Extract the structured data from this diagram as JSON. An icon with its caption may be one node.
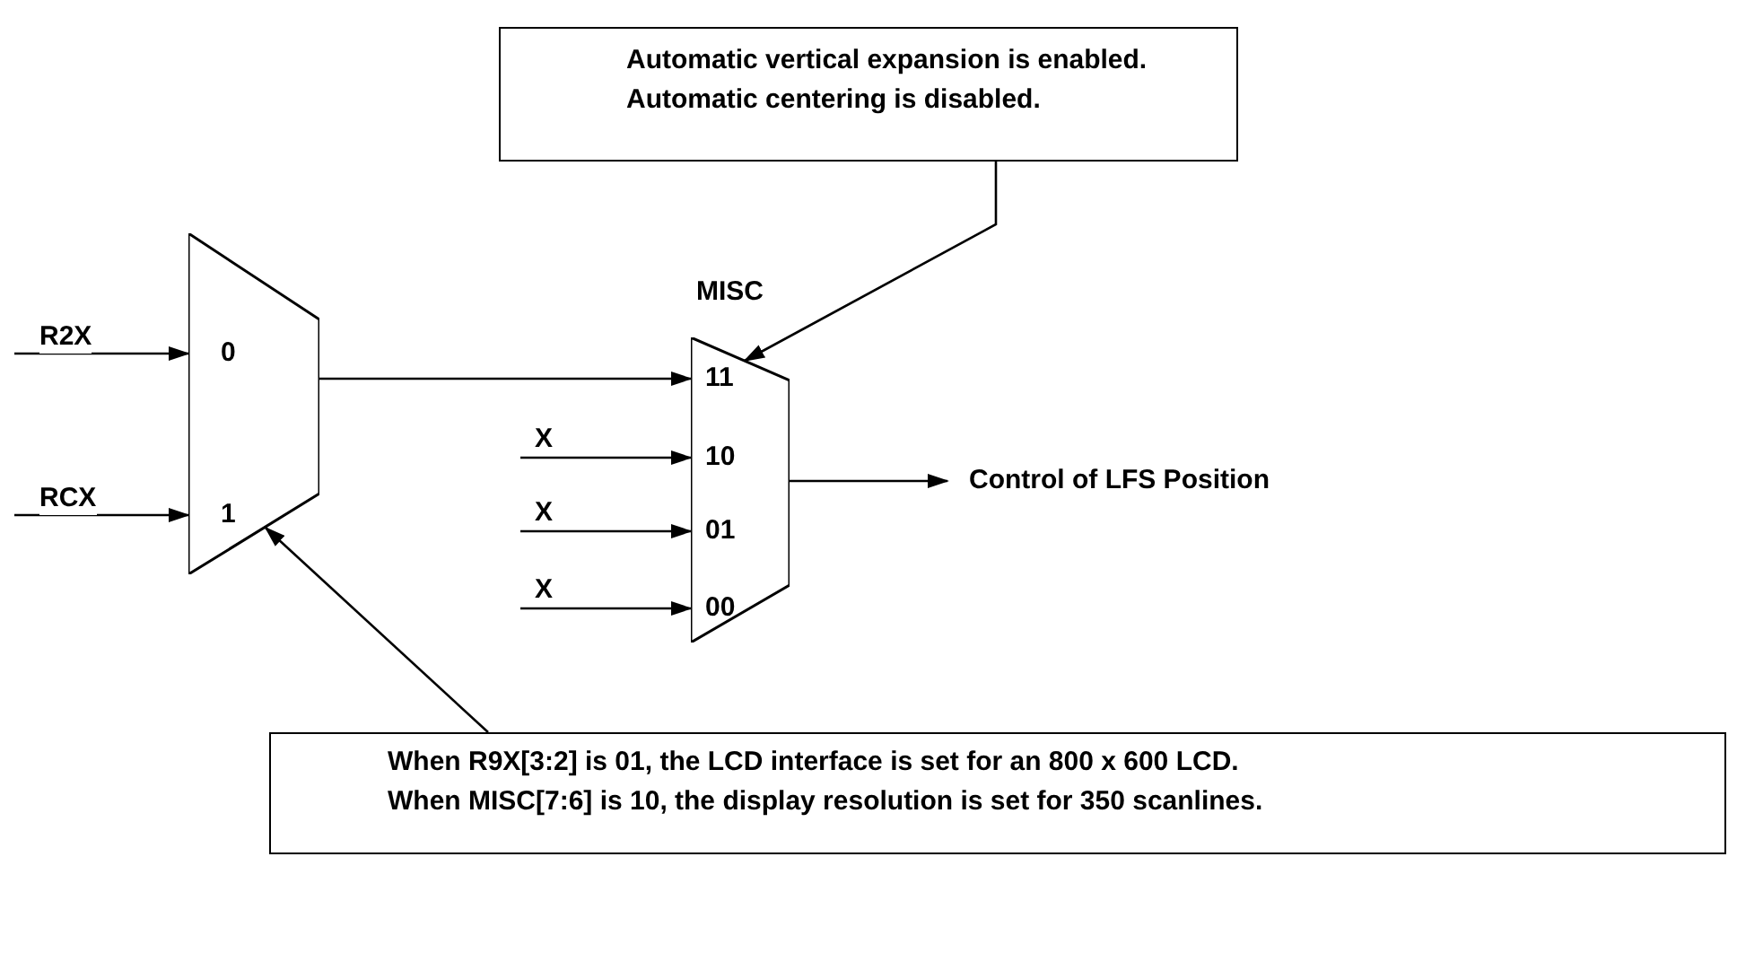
{
  "diagram": {
    "nodes": [
      {
        "text": [
          "Automatic vertical expansion is enabled.",
          "Automatic centering is disabled."
        ]
      },
      {
        "text": [
          "0",
          "1"
        ]
      },
      {
        "text": [
          "MISC",
          "11",
          "10",
          "01",
          "00"
        ]
      },
      {
        "text": [
          "When R9X[3:2] is 01, the LCD interface is set for an 800 x 600 LCD.",
          "When MISC[7:6] is 10, the display resolution is set for 350 scanlines."
        ]
      },
      {
        "text": [
          "Control of LFS Position"
        ]
      }
    ],
    "edges": [
      {
        "from": null,
        "to": 1,
        "arrow": "to",
        "label": "R2X"
      },
      {
        "from": null,
        "to": 1,
        "arrow": "to",
        "label": "RCX"
      },
      {
        "from": 1,
        "to": 2,
        "arrow": "to"
      },
      {
        "from": null,
        "to": 2,
        "arrow": "to",
        "label": "X"
      },
      {
        "from": null,
        "to": 2,
        "arrow": "to",
        "label": "X"
      },
      {
        "from": null,
        "to": 2,
        "arrow": "to",
        "label": "X"
      },
      {
        "from": 2,
        "to": 4,
        "arrow": "to"
      },
      {
        "from": 0,
        "to": 2,
        "arrow": "to"
      },
      {
        "from": 3,
        "to": 1,
        "arrow": "to"
      }
    ]
  }
}
